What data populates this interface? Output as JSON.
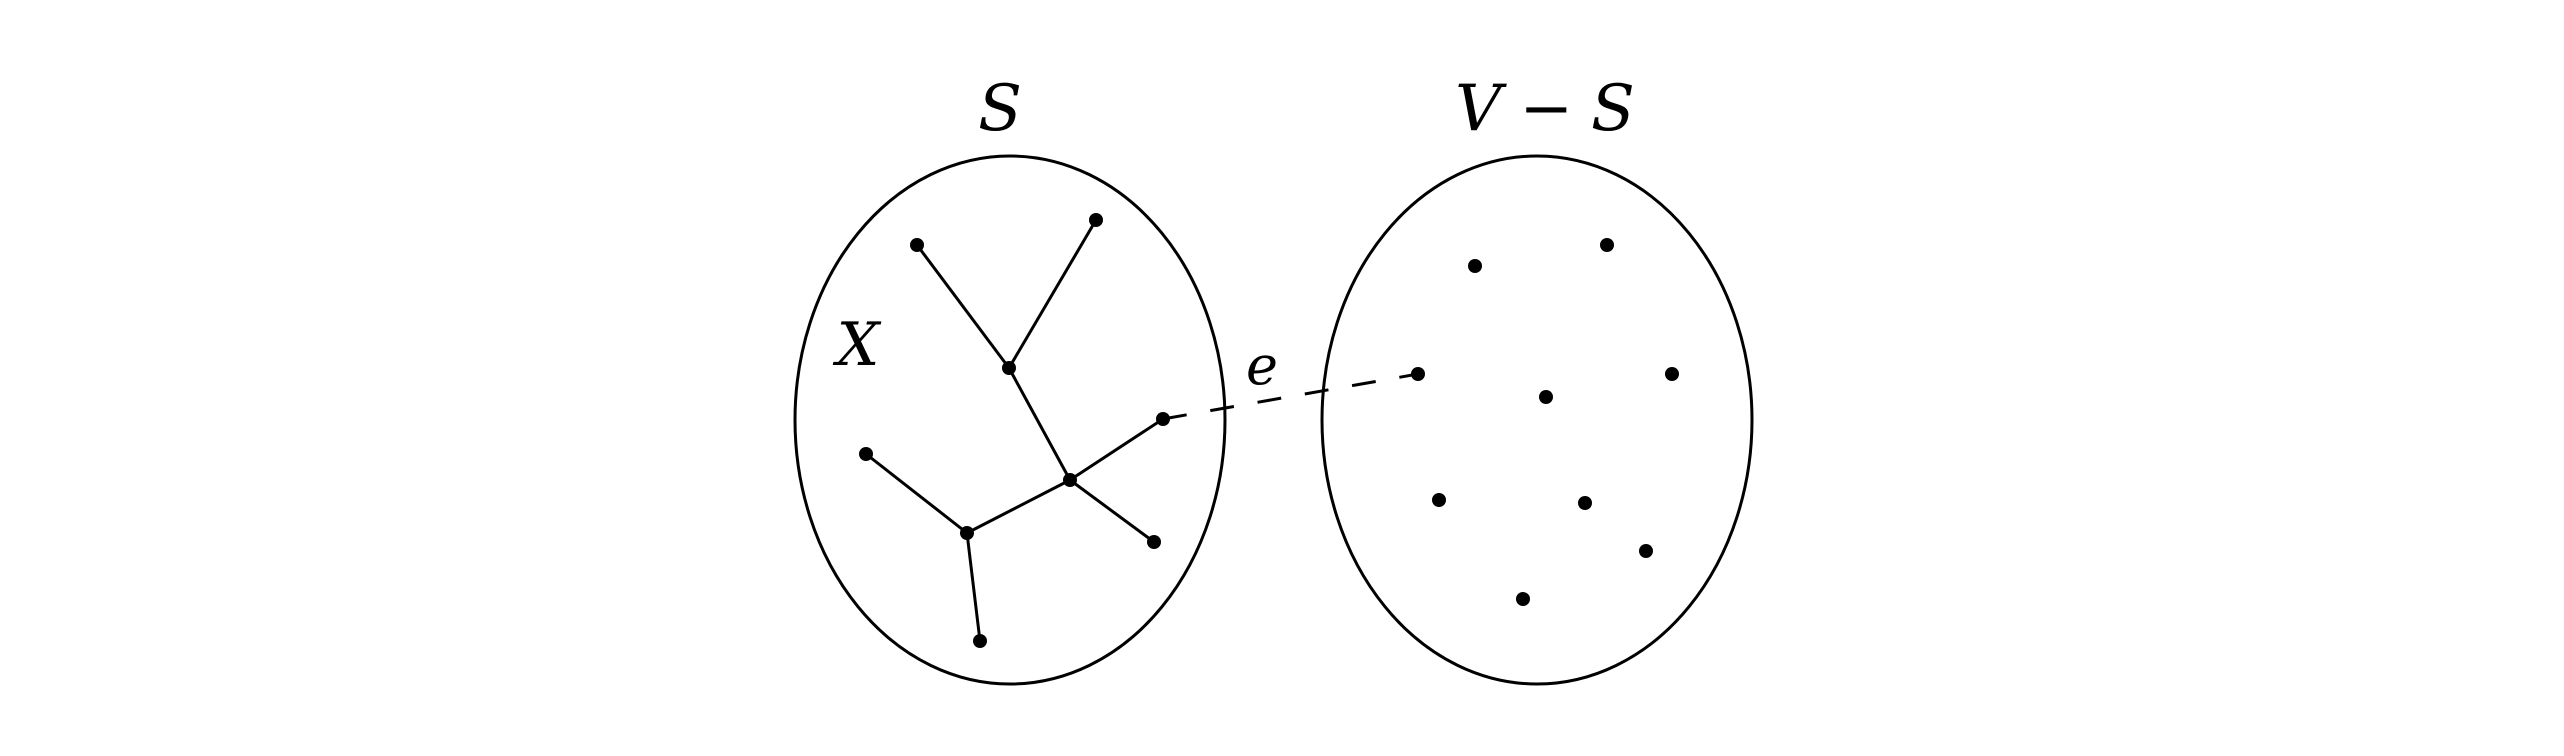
{
  "diagram": {
    "left_set": {
      "label": "S",
      "tree_label": "X"
    },
    "right_set": {
      "label_var1": "V",
      "label_op": "−",
      "label_var2": "S"
    },
    "crossing_edge": {
      "label": "e",
      "style": "dashed"
    },
    "colors": {
      "stroke": "#000000",
      "vertex": "#000000",
      "background": "#ffffff"
    }
  }
}
